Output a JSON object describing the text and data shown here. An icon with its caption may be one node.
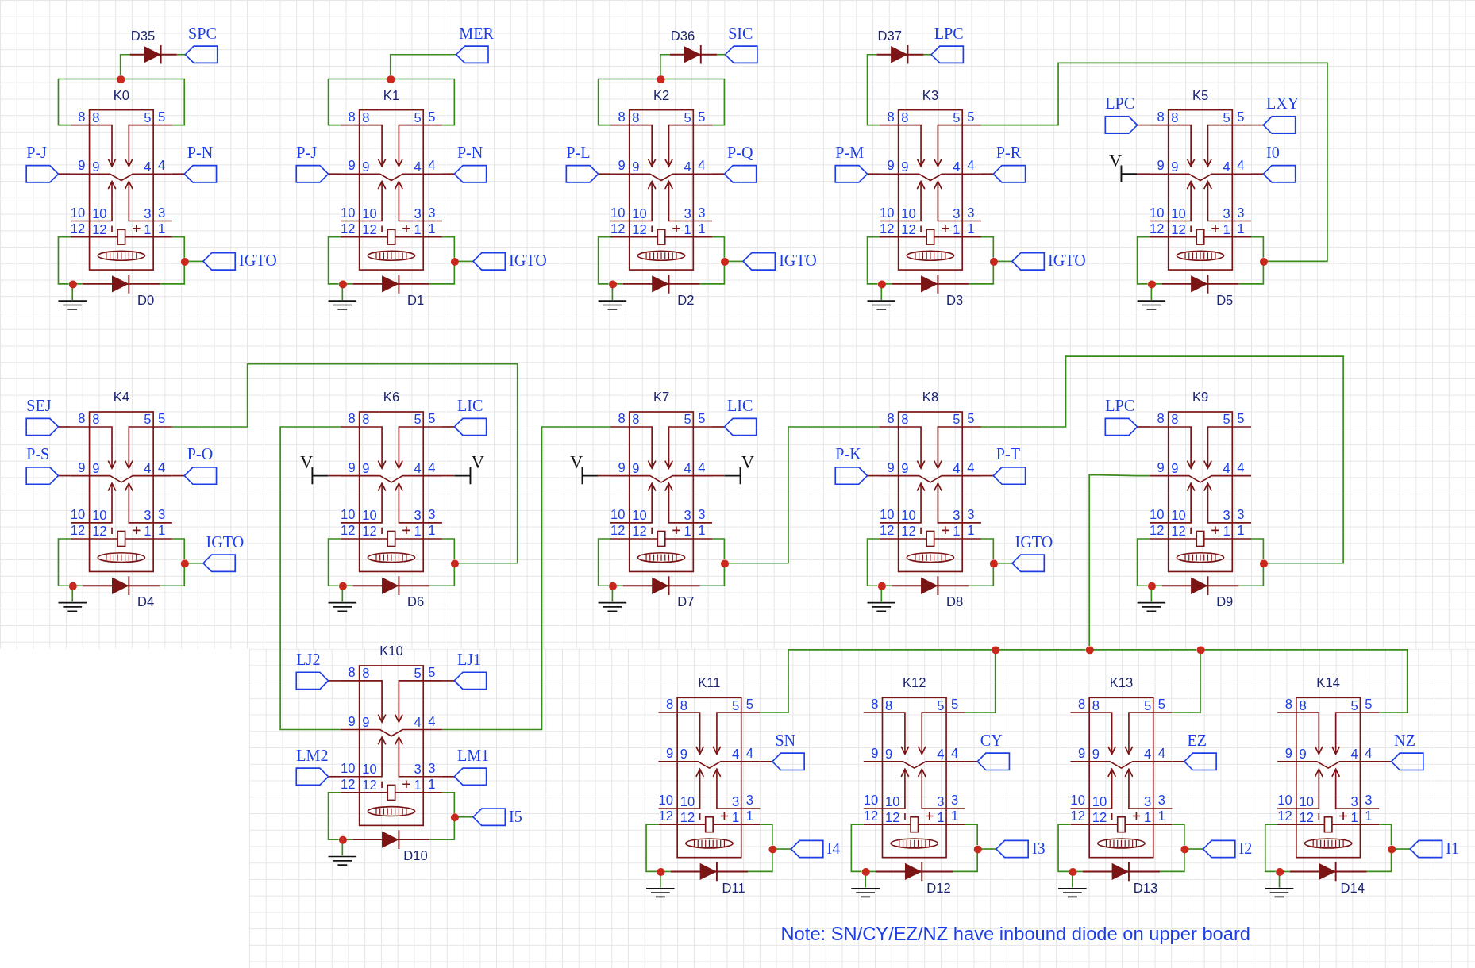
{
  "diagram": {
    "nodes": [
      {
        "text": [
          "D35"
        ]
      },
      {
        "text": [
          "SPC"
        ]
      },
      {
        "text": [],
        "shape": "dot"
      },
      {
        "text": [
          "K0",
          "8",
          "5",
          "9",
          "4",
          "10",
          "3",
          "12",
          "1"
        ],
        "beside": [
          "8",
          "5",
          "9",
          "4",
          "10",
          "3",
          "12",
          "1"
        ]
      },
      {
        "text": [
          "P-J"
        ]
      },
      {
        "text": [
          "P-N"
        ]
      },
      {
        "text": [],
        "shape": "dot"
      },
      {
        "text": [
          "IGTO"
        ]
      },
      {
        "text": [],
        "shape": "dot"
      },
      {
        "text": [],
        "shape": "ground"
      },
      {
        "text": [
          "D0"
        ]
      },
      {
        "text": [
          "MER"
        ]
      },
      {
        "text": [],
        "shape": "dot"
      },
      {
        "text": [
          "K1",
          "8",
          "5",
          "9",
          "4",
          "10",
          "3",
          "12",
          "1"
        ],
        "beside": [
          "8",
          "5",
          "9",
          "4",
          "10",
          "3",
          "12",
          "1"
        ]
      },
      {
        "text": [
          "P-J"
        ]
      },
      {
        "text": [
          "P-N"
        ]
      },
      {
        "text": [],
        "shape": "dot"
      },
      {
        "text": [
          "IGTO"
        ]
      },
      {
        "text": [],
        "shape": "dot"
      },
      {
        "text": [],
        "shape": "ground"
      },
      {
        "text": [
          "D1"
        ]
      },
      {
        "text": [
          "D36"
        ]
      },
      {
        "text": [
          "SIC"
        ]
      },
      {
        "text": [],
        "shape": "dot"
      },
      {
        "text": [
          "K2",
          "8",
          "5",
          "9",
          "4",
          "10",
          "3",
          "12",
          "1"
        ],
        "beside": [
          "8",
          "5",
          "9",
          "4",
          "10",
          "3",
          "12",
          "1"
        ]
      },
      {
        "text": [
          "P-L"
        ]
      },
      {
        "text": [
          "P-Q"
        ]
      },
      {
        "text": [],
        "shape": "dot"
      },
      {
        "text": [
          "IGTO"
        ]
      },
      {
        "text": [],
        "shape": "dot"
      },
      {
        "text": [],
        "shape": "ground"
      },
      {
        "text": [
          "D2"
        ]
      },
      {
        "text": [
          "D37"
        ]
      },
      {
        "text": [
          "LPC"
        ]
      },
      {
        "text": [
          "K3",
          "8",
          "5",
          "9",
          "4",
          "10",
          "3",
          "12",
          "1"
        ],
        "beside": [
          "8",
          "5",
          "9",
          "4",
          "10",
          "3",
          "12",
          "1"
        ]
      },
      {
        "text": [
          "P-M"
        ]
      },
      {
        "text": [
          "P-R"
        ]
      },
      {
        "text": [],
        "shape": "dot"
      },
      {
        "text": [
          "IGTO"
        ]
      },
      {
        "text": [],
        "shape": "dot"
      },
      {
        "text": [],
        "shape": "ground"
      },
      {
        "text": [
          "D3"
        ]
      },
      {
        "text": [
          "K5",
          "8",
          "5",
          "9",
          "4",
          "10",
          "3",
          "12",
          "1"
        ],
        "beside": [
          "8",
          "5",
          "9",
          "4",
          "10",
          "3",
          "12",
          "1"
        ]
      },
      {
        "text": [
          "LPC"
        ]
      },
      {
        "text": [
          "LXY"
        ]
      },
      {
        "text": [
          "V"
        ]
      },
      {
        "text": [
          "I0"
        ]
      },
      {
        "text": [],
        "shape": "dot"
      },
      {
        "text": [],
        "shape": "dot"
      },
      {
        "text": [],
        "shape": "ground"
      },
      {
        "text": [
          "D5"
        ]
      },
      {
        "text": [
          "K4",
          "8",
          "5",
          "9",
          "4",
          "10",
          "3",
          "12",
          "1"
        ],
        "beside": [
          "8",
          "5",
          "9",
          "4",
          "10",
          "3",
          "12",
          "1"
        ]
      },
      {
        "text": [
          "SEJ"
        ]
      },
      {
        "text": [
          "P-S"
        ]
      },
      {
        "text": [
          "P-O"
        ]
      },
      {
        "text": [],
        "shape": "dot"
      },
      {
        "text": [
          "IGTO"
        ]
      },
      {
        "text": [],
        "shape": "dot"
      },
      {
        "text": [],
        "shape": "ground"
      },
      {
        "text": [
          "D4"
        ]
      },
      {
        "text": [
          "K6",
          "8",
          "5",
          "9",
          "4",
          "10",
          "3",
          "12",
          "1"
        ],
        "beside": [
          "8",
          "5",
          "9",
          "4",
          "10",
          "3",
          "12",
          "1"
        ]
      },
      {
        "text": [
          "LIC"
        ]
      },
      {
        "text": [
          "V"
        ]
      },
      {
        "text": [
          "V"
        ]
      },
      {
        "text": [],
        "shape": "dot"
      },
      {
        "text": [],
        "shape": "dot"
      },
      {
        "text": [],
        "shape": "ground"
      },
      {
        "text": [
          "D6"
        ]
      },
      {
        "text": [
          "K7",
          "8",
          "5",
          "9",
          "4",
          "10",
          "3",
          "12",
          "1"
        ],
        "beside": [
          "8",
          "5",
          "9",
          "4",
          "10",
          "3",
          "12",
          "1"
        ]
      },
      {
        "text": [
          "LIC"
        ]
      },
      {
        "text": [
          "V"
        ]
      },
      {
        "text": [
          "V"
        ]
      },
      {
        "text": [],
        "shape": "dot"
      },
      {
        "text": [],
        "shape": "dot"
      },
      {
        "text": [],
        "shape": "ground"
      },
      {
        "text": [
          "D7"
        ]
      },
      {
        "text": [
          "K8",
          "8",
          "5",
          "9",
          "4",
          "10",
          "3",
          "12",
          "1"
        ],
        "beside": [
          "8",
          "5",
          "9",
          "4",
          "10",
          "3",
          "12",
          "1"
        ]
      },
      {
        "text": [
          "P-K"
        ]
      },
      {
        "text": [
          "P-T"
        ]
      },
      {
        "text": [],
        "shape": "dot"
      },
      {
        "text": [
          "IGTO"
        ]
      },
      {
        "text": [],
        "shape": "dot"
      },
      {
        "text": [],
        "shape": "ground"
      },
      {
        "text": [
          "D8"
        ]
      },
      {
        "text": [
          "K9",
          "8",
          "5",
          "9",
          "4",
          "10",
          "3",
          "12",
          "1"
        ],
        "beside": [
          "8",
          "5",
          "9",
          "4",
          "10",
          "3",
          "12",
          "1"
        ]
      },
      {
        "text": [
          "LPC"
        ]
      },
      {
        "text": [],
        "shape": "dot"
      },
      {
        "text": [],
        "shape": "dot"
      },
      {
        "text": [],
        "shape": "ground"
      },
      {
        "text": [
          "D9"
        ]
      },
      {
        "text": [],
        "shape": "dot"
      },
      {
        "text": [],
        "shape": "dot"
      },
      {
        "text": [],
        "shape": "dot"
      },
      {
        "text": [
          "K10",
          "8",
          "5",
          "9",
          "4",
          "10",
          "3",
          "12",
          "1"
        ],
        "beside": [
          "8",
          "5",
          "9",
          "4",
          "10",
          "3",
          "12",
          "1"
        ]
      },
      {
        "text": [
          "LJ2"
        ]
      },
      {
        "text": [
          "LJ1"
        ]
      },
      {
        "text": [
          "LM2"
        ]
      },
      {
        "text": [
          "LM1"
        ]
      },
      {
        "text": [],
        "shape": "dot"
      },
      {
        "text": [
          "I5"
        ]
      },
      {
        "text": [],
        "shape": "dot"
      },
      {
        "text": [],
        "shape": "ground"
      },
      {
        "text": [
          "D10"
        ]
      },
      {
        "text": [
          "K11",
          "8",
          "5",
          "9",
          "4",
          "10",
          "3",
          "12",
          "1"
        ],
        "beside": [
          "8",
          "5",
          "9",
          "4",
          "10",
          "3",
          "12",
          "1"
        ]
      },
      {
        "text": [
          "SN"
        ]
      },
      {
        "text": [],
        "shape": "dot"
      },
      {
        "text": [
          "I4"
        ]
      },
      {
        "text": [],
        "shape": "dot"
      },
      {
        "text": [],
        "shape": "ground"
      },
      {
        "text": [
          "D11"
        ]
      },
      {
        "text": [
          "K12",
          "8",
          "5",
          "9",
          "4",
          "10",
          "3",
          "12",
          "1"
        ],
        "beside": [
          "8",
          "5",
          "9",
          "4",
          "10",
          "3",
          "12",
          "1"
        ]
      },
      {
        "text": [
          "CY"
        ]
      },
      {
        "text": [],
        "shape": "dot"
      },
      {
        "text": [
          "I3"
        ]
      },
      {
        "text": [],
        "shape": "dot"
      },
      {
        "text": [],
        "shape": "ground"
      },
      {
        "text": [
          "D12"
        ]
      },
      {
        "text": [
          "K13",
          "8",
          "5",
          "9",
          "4",
          "10",
          "3",
          "12",
          "1"
        ],
        "beside": [
          "8",
          "5",
          "9",
          "4",
          "10",
          "3",
          "12",
          "1"
        ]
      },
      {
        "text": [
          "EZ"
        ]
      },
      {
        "text": [],
        "shape": "dot"
      },
      {
        "text": [
          "I2"
        ]
      },
      {
        "text": [],
        "shape": "dot"
      },
      {
        "text": [],
        "shape": "ground"
      },
      {
        "text": [
          "D13"
        ]
      },
      {
        "text": [
          "K14",
          "8",
          "5",
          "9",
          "4",
          "10",
          "3",
          "12",
          "1"
        ],
        "beside": [
          "8",
          "5",
          "9",
          "4",
          "10",
          "3",
          "12",
          "1"
        ]
      },
      {
        "text": [
          "NZ"
        ]
      },
      {
        "text": [],
        "shape": "dot"
      },
      {
        "text": [
          "I1"
        ]
      },
      {
        "text": [],
        "shape": "dot"
      },
      {
        "text": [],
        "shape": "ground"
      },
      {
        "text": [
          "D14"
        ]
      }
    ],
    "edges": [
      {
        "from": 2,
        "to": 0,
        "arrow": "none"
      },
      {
        "from": 0,
        "to": 1,
        "arrow": "none"
      },
      {
        "from": 3,
        "to": 2,
        "arrow": "none"
      },
      {
        "from": 2,
        "to": 3,
        "arrow": "none"
      },
      {
        "from": 3,
        "to": 6,
        "arrow": "none"
      },
      {
        "from": 6,
        "to": 7,
        "arrow": "none"
      },
      {
        "from": 3,
        "to": 8,
        "arrow": "none"
      },
      {
        "from": 8,
        "to": 9,
        "arrow": "none"
      },
      {
        "from": 8,
        "to": 10,
        "arrow": "none"
      },
      {
        "from": 10,
        "to": 6,
        "arrow": "none"
      },
      {
        "from": 12,
        "to": 11,
        "arrow": "none"
      },
      {
        "from": 13,
        "to": 12,
        "arrow": "none"
      },
      {
        "from": 12,
        "to": 13,
        "arrow": "none"
      },
      {
        "from": 13,
        "to": 16,
        "arrow": "none"
      },
      {
        "from": 16,
        "to": 17,
        "arrow": "none"
      },
      {
        "from": 13,
        "to": 18,
        "arrow": "none"
      },
      {
        "from": 18,
        "to": 19,
        "arrow": "none"
      },
      {
        "from": 18,
        "to": 20,
        "arrow": "none"
      },
      {
        "from": 20,
        "to": 16,
        "arrow": "none"
      },
      {
        "from": 23,
        "to": 21,
        "arrow": "none"
      },
      {
        "from": 21,
        "to": 22,
        "arrow": "none"
      },
      {
        "from": 24,
        "to": 23,
        "arrow": "none"
      },
      {
        "from": 23,
        "to": 24,
        "arrow": "none"
      },
      {
        "from": 24,
        "to": 27,
        "arrow": "none"
      },
      {
        "from": 27,
        "to": 28,
        "arrow": "none"
      },
      {
        "from": 24,
        "to": 29,
        "arrow": "none"
      },
      {
        "from": 29,
        "to": 30,
        "arrow": "none"
      },
      {
        "from": 29,
        "to": 31,
        "arrow": "none"
      },
      {
        "from": 31,
        "to": 27,
        "arrow": "none"
      },
      {
        "from": 34,
        "to": 32,
        "arrow": "none"
      },
      {
        "from": 32,
        "to": 33,
        "arrow": "none"
      },
      {
        "from": 34,
        "to": 47,
        "arrow": "none"
      },
      {
        "from": 34,
        "to": 37,
        "arrow": "none"
      },
      {
        "from": 37,
        "to": 38,
        "arrow": "none"
      },
      {
        "from": 34,
        "to": 39,
        "arrow": "none"
      },
      {
        "from": 39,
        "to": 40,
        "arrow": "none"
      },
      {
        "from": 39,
        "to": 41,
        "arrow": "none"
      },
      {
        "from": 41,
        "to": 37,
        "arrow": "none"
      },
      {
        "from": 42,
        "to": 47,
        "arrow": "none"
      },
      {
        "from": 42,
        "to": 48,
        "arrow": "none"
      },
      {
        "from": 48,
        "to": 49,
        "arrow": "none"
      },
      {
        "from": 48,
        "to": 50,
        "arrow": "none"
      },
      {
        "from": 50,
        "to": 47,
        "arrow": "none"
      },
      {
        "from": 51,
        "to": 64,
        "arrow": "none"
      },
      {
        "from": 51,
        "to": 55,
        "arrow": "none"
      },
      {
        "from": 55,
        "to": 56,
        "arrow": "none"
      },
      {
        "from": 51,
        "to": 57,
        "arrow": "none"
      },
      {
        "from": 57,
        "to": 58,
        "arrow": "none"
      },
      {
        "from": 57,
        "to": 59,
        "arrow": "none"
      },
      {
        "from": 59,
        "to": 55,
        "arrow": "none"
      },
      {
        "from": 60,
        "to": 93,
        "arrow": "none"
      },
      {
        "from": 60,
        "to": 64,
        "arrow": "none"
      },
      {
        "from": 60,
        "to": 65,
        "arrow": "none"
      },
      {
        "from": 65,
        "to": 66,
        "arrow": "none"
      },
      {
        "from": 65,
        "to": 67,
        "arrow": "none"
      },
      {
        "from": 67,
        "to": 64,
        "arrow": "none"
      },
      {
        "from": 68,
        "to": 93,
        "arrow": "none"
      },
      {
        "from": 68,
        "to": 72,
        "arrow": "none"
      },
      {
        "from": 72,
        "to": 76,
        "arrow": "none"
      },
      {
        "from": 68,
        "to": 73,
        "arrow": "none"
      },
      {
        "from": 73,
        "to": 74,
        "arrow": "none"
      },
      {
        "from": 73,
        "to": 75,
        "arrow": "none"
      },
      {
        "from": 75,
        "to": 72,
        "arrow": "none"
      },
      {
        "from": 76,
        "to": 86,
        "arrow": "none"
      },
      {
        "from": 76,
        "to": 79,
        "arrow": "none"
      },
      {
        "from": 79,
        "to": 80,
        "arrow": "none"
      },
      {
        "from": 76,
        "to": 81,
        "arrow": "none"
      },
      {
        "from": 81,
        "to": 82,
        "arrow": "none"
      },
      {
        "from": 81,
        "to": 83,
        "arrow": "none"
      },
      {
        "from": 83,
        "to": 79,
        "arrow": "none"
      },
      {
        "from": 84,
        "to": 91,
        "arrow": "none"
      },
      {
        "from": 84,
        "to": 86,
        "arrow": "none"
      },
      {
        "from": 84,
        "to": 87,
        "arrow": "none"
      },
      {
        "from": 87,
        "to": 88,
        "arrow": "none"
      },
      {
        "from": 87,
        "to": 89,
        "arrow": "none"
      },
      {
        "from": 89,
        "to": 86,
        "arrow": "none"
      },
      {
        "from": 91,
        "to": 90,
        "arrow": "none"
      },
      {
        "from": 91,
        "to": 92,
        "arrow": "none"
      },
      {
        "from": 93,
        "to": 98,
        "arrow": "none"
      },
      {
        "from": 98,
        "to": 99,
        "arrow": "none"
      },
      {
        "from": 93,
        "to": 100,
        "arrow": "none"
      },
      {
        "from": 100,
        "to": 101,
        "arrow": "none"
      },
      {
        "from": 100,
        "to": 102,
        "arrow": "none"
      },
      {
        "from": 102,
        "to": 98,
        "arrow": "none"
      },
      {
        "from": 90,
        "to": 103,
        "arrow": "none"
      },
      {
        "from": 103,
        "to": 105,
        "arrow": "none"
      },
      {
        "from": 105,
        "to": 106,
        "arrow": "none"
      },
      {
        "from": 103,
        "to": 107,
        "arrow": "none"
      },
      {
        "from": 107,
        "to": 108,
        "arrow": "none"
      },
      {
        "from": 107,
        "to": 109,
        "arrow": "none"
      },
      {
        "from": 109,
        "to": 105,
        "arrow": "none"
      },
      {
        "from": 90,
        "to": 110,
        "arrow": "none"
      },
      {
        "from": 110,
        "to": 112,
        "arrow": "none"
      },
      {
        "from": 112,
        "to": 113,
        "arrow": "none"
      },
      {
        "from": 110,
        "to": 114,
        "arrow": "none"
      },
      {
        "from": 114,
        "to": 115,
        "arrow": "none"
      },
      {
        "from": 114,
        "to": 116,
        "arrow": "none"
      },
      {
        "from": 116,
        "to": 112,
        "arrow": "none"
      },
      {
        "from": 92,
        "to": 117,
        "arrow": "none"
      },
      {
        "from": 117,
        "to": 119,
        "arrow": "none"
      },
      {
        "from": 119,
        "to": 120,
        "arrow": "none"
      },
      {
        "from": 117,
        "to": 121,
        "arrow": "none"
      },
      {
        "from": 121,
        "to": 122,
        "arrow": "none"
      },
      {
        "from": 121,
        "to": 123,
        "arrow": "none"
      },
      {
        "from": 123,
        "to": 119,
        "arrow": "none"
      },
      {
        "from": 92,
        "to": 124,
        "arrow": "none"
      },
      {
        "from": 124,
        "to": 126,
        "arrow": "none"
      },
      {
        "from": 126,
        "to": 127,
        "arrow": "none"
      },
      {
        "from": 124,
        "to": 128,
        "arrow": "none"
      },
      {
        "from": 128,
        "to": 129,
        "arrow": "none"
      },
      {
        "from": 128,
        "to": 130,
        "arrow": "none"
      },
      {
        "from": 130,
        "to": 126,
        "arrow": "none"
      },
      {
        "from": 3,
        "to": 4,
        "arrow": "none",
        "color": "#7b1414"
      },
      {
        "from": 3,
        "to": 5,
        "arrow": "none",
        "color": "#7b1414"
      },
      {
        "from": 13,
        "to": 14,
        "arrow": "none",
        "color": "#7b1414"
      },
      {
        "from": 13,
        "to": 15,
        "arrow": "none",
        "color": "#7b1414"
      },
      {
        "from": 24,
        "to": 25,
        "arrow": "none",
        "color": "#7b1414"
      },
      {
        "from": 24,
        "to": 26,
        "arrow": "none",
        "color": "#7b1414"
      },
      {
        "from": 34,
        "to": 35,
        "arrow": "none",
        "color": "#7b1414"
      },
      {
        "from": 34,
        "to": 36,
        "arrow": "none",
        "color": "#7b1414"
      },
      {
        "from": 42,
        "to": 43,
        "arrow": "none",
        "color": "#7b1414"
      },
      {
        "from": 42,
        "to": 44,
        "arrow": "none",
        "color": "#7b1414"
      },
      {
        "from": 42,
        "to": 45,
        "arrow": "none",
        "color": "#7b1414"
      },
      {
        "from": 42,
        "to": 46,
        "arrow": "none",
        "color": "#7b1414"
      },
      {
        "from": 51,
        "to": 52,
        "arrow": "none",
        "color": "#7b1414"
      },
      {
        "from": 51,
        "to": 53,
        "arrow": "none",
        "color": "#7b1414"
      },
      {
        "from": 51,
        "to": 54,
        "arrow": "none",
        "color": "#7b1414"
      },
      {
        "from": 60,
        "to": 61,
        "arrow": "none",
        "color": "#7b1414"
      },
      {
        "from": 60,
        "to": 62,
        "arrow": "none",
        "color": "#7b1414"
      },
      {
        "from": 60,
        "to": 63,
        "arrow": "none",
        "color": "#7b1414"
      },
      {
        "from": 68,
        "to": 69,
        "arrow": "none",
        "color": "#7b1414"
      },
      {
        "from": 68,
        "to": 70,
        "arrow": "none",
        "color": "#7b1414"
      },
      {
        "from": 68,
        "to": 71,
        "arrow": "none",
        "color": "#7b1414"
      },
      {
        "from": 76,
        "to": 77,
        "arrow": "none",
        "color": "#7b1414"
      },
      {
        "from": 76,
        "to": 78,
        "arrow": "none",
        "color": "#7b1414"
      },
      {
        "from": 84,
        "to": 85,
        "arrow": "none",
        "color": "#7b1414"
      },
      {
        "from": 93,
        "to": 94,
        "arrow": "none",
        "color": "#7b1414"
      },
      {
        "from": 93,
        "to": 95,
        "arrow": "none",
        "color": "#7b1414"
      },
      {
        "from": 93,
        "to": 96,
        "arrow": "none",
        "color": "#7b1414"
      },
      {
        "from": 93,
        "to": 97,
        "arrow": "none",
        "color": "#7b1414"
      },
      {
        "from": 103,
        "to": 104,
        "arrow": "none",
        "color": "#7b1414"
      },
      {
        "from": 110,
        "to": 111,
        "arrow": "none",
        "color": "#7b1414"
      },
      {
        "from": 117,
        "to": 118,
        "arrow": "none",
        "color": "#7b1414"
      },
      {
        "from": 124,
        "to": 125,
        "arrow": "none",
        "color": "#7b1414"
      }
    ],
    "labels": [
      "Note: SN/CY/EZ/NZ have inbound diode on upper board"
    ]
  }
}
